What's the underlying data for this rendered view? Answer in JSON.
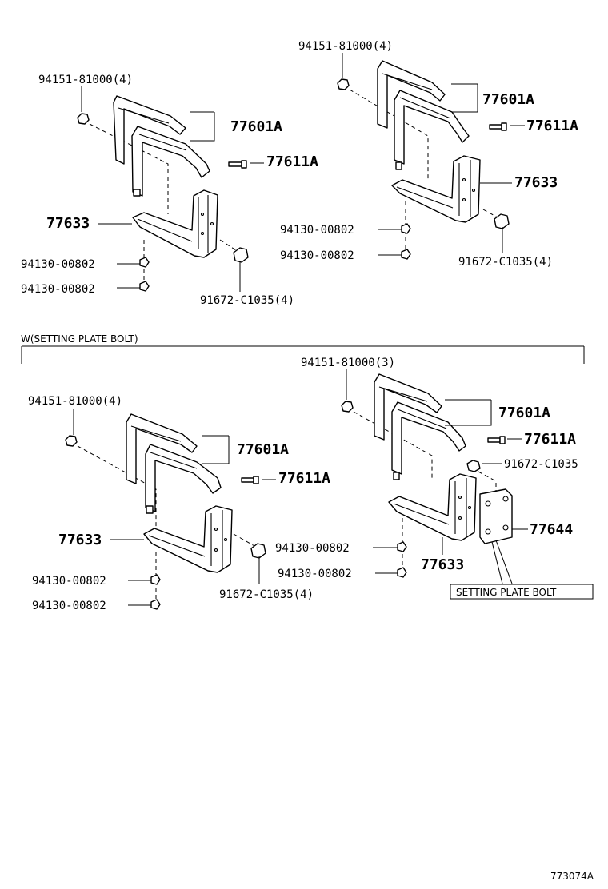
{
  "diagram_code": "773074A",
  "section_label": "W(SETTING PLATE BOLT)",
  "setting_plate_bolt_label": "SETTING PLATE BOLT",
  "views": {
    "top_left": {
      "bolt_top": "94151-81000(4)",
      "strap": "77601A",
      "pin": "77611A",
      "bracket": "77633",
      "nut_a": "94130-00802",
      "nut_b": "94130-00802",
      "bolt_bottom": "91672-C1035(4)"
    },
    "top_right": {
      "bolt_top": "94151-81000(4)",
      "strap": "77601A",
      "pin": "77611A",
      "bracket": "77633",
      "nut_a": "94130-00802",
      "nut_b": "94130-00802",
      "bolt_bottom": "91672-C1035(4)"
    },
    "bottom_left": {
      "bolt_top": "94151-81000(4)",
      "strap": "77601A",
      "pin": "77611A",
      "bracket": "77633",
      "nut_a": "94130-00802",
      "nut_b": "94130-00802",
      "bolt_bottom": "91672-C1035(4)"
    },
    "bottom_right": {
      "bolt_top": "94151-81000(3)",
      "strap": "77601A",
      "pin": "77611A",
      "bolt_side": "91672-C1035",
      "plate": "77644",
      "nut_a": "94130-00802",
      "nut_b": "94130-00802",
      "bracket": "77633"
    }
  }
}
